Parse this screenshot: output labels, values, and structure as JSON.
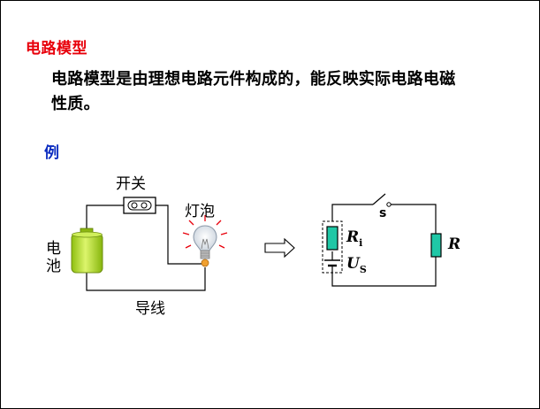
{
  "heading": "电路模型",
  "description_line1": "电路模型是由理想电路元件构成的，能反映实际电路电磁",
  "description_line2": "性质。",
  "example_label": "例",
  "physical": {
    "switch_label": "开关",
    "bulb_label": "灯泡",
    "battery_label_line1": "电",
    "battery_label_line2": "池",
    "wire_label": "导线"
  },
  "model": {
    "switch_label": "s",
    "internal_resistor_label": "R",
    "internal_resistor_subscript": "i",
    "source_label": "U",
    "source_subscript": "S",
    "load_resistor_label": "R"
  },
  "colors": {
    "heading": "#e8000b",
    "example": "#0b2cc0",
    "resistor_fill": "#1fc7a6",
    "battery_fill": "#b7e33a",
    "bulb_rays": "#e8000b"
  }
}
